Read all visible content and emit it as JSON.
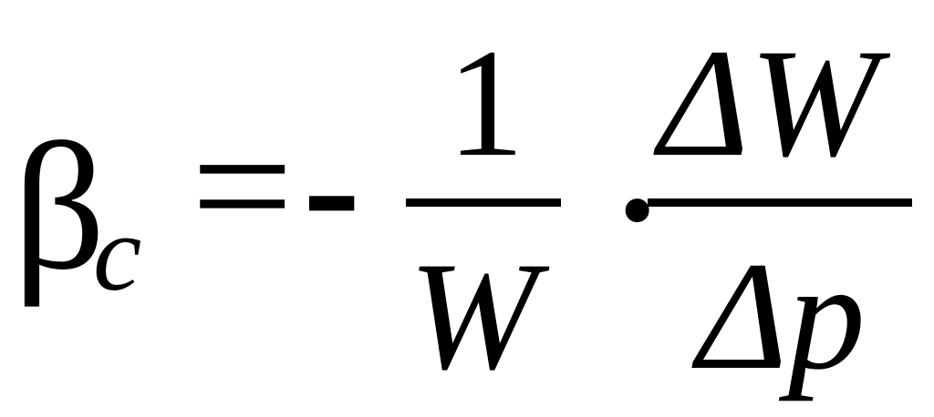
{
  "formula": {
    "lhs_symbol": "β",
    "lhs_subscript": "c",
    "equals": "=",
    "minus": "-",
    "frac1": {
      "numerator": "1",
      "denominator": "W"
    },
    "dot": "·",
    "frac2": {
      "numerator": "ΔW",
      "denominator": "Δp"
    }
  }
}
